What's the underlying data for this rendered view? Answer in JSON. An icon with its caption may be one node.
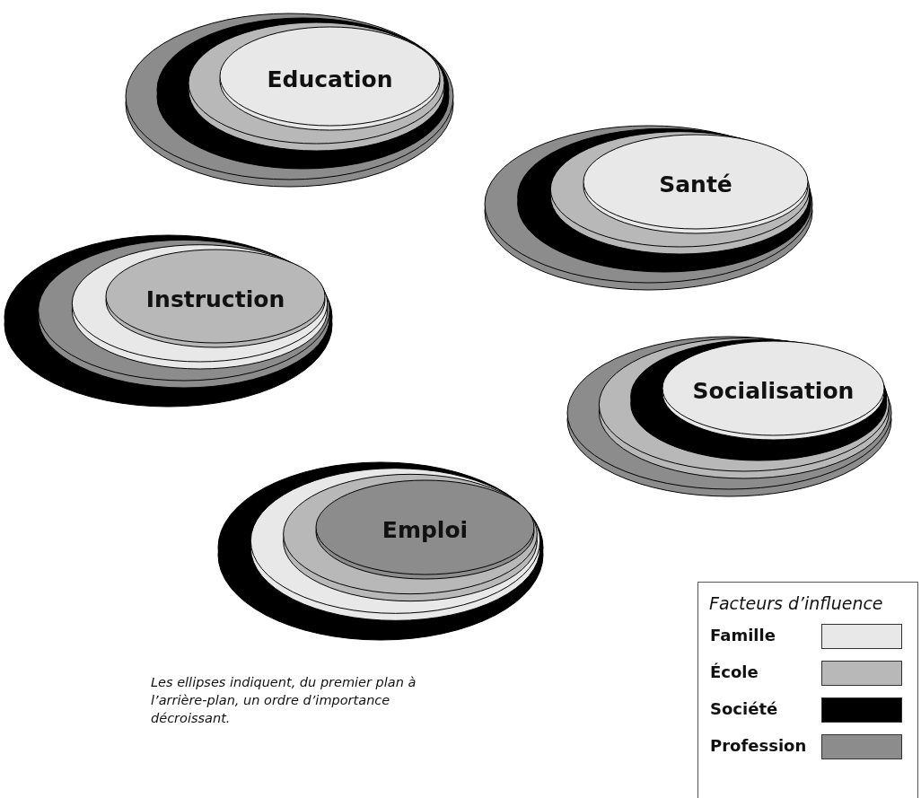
{
  "diagram": {
    "caption": "Les ellipses indiquent, du premier plan à l’arrière-plan, un ordre d’importance décroissant.",
    "nodes": [
      {
        "text": [
          "Education"
        ]
      },
      {
        "text": [
          "Santé"
        ]
      },
      {
        "text": [
          "Instruction"
        ]
      },
      {
        "text": [
          "Socialisation"
        ]
      },
      {
        "text": [
          "Emploi"
        ]
      }
    ],
    "labels": [
      "Facteurs d’influence"
    ],
    "legend": [
      {
        "text": "Famille",
        "color": "#e8e8e8"
      },
      {
        "text": "École",
        "color": "#b8b8b8"
      },
      {
        "text": "Société",
        "color": "#000000"
      },
      {
        "text": "Profession",
        "color": "#8c8c8c"
      }
    ]
  }
}
